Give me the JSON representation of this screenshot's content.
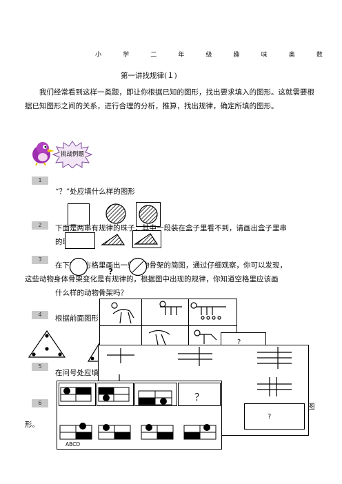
{
  "header": {
    "chars": [
      "小",
      "学",
      "二",
      "年",
      "级",
      "趣",
      "味",
      "奥",
      "数"
    ]
  },
  "title": "第一讲找规律(１)",
  "intro": "我们经常看到这样一类题，即让你根据已知的图形，找出要求填入的图形。这就需要根据已知图形之间的关系，进行合理的分析，推算，找出规律，确定所填的图形。",
  "challenge_label": "挑战例题",
  "problems": [
    {
      "num": "1",
      "text": "“？”处应填什么样的图形"
    },
    {
      "num": "2",
      "text_a": "下面是两串有规律的珠子，其中一段装在盒子里看不到，请画出盒子里串",
      "text_b": "的珠子。"
    },
    {
      "num": "3",
      "text_a": "在下面小方格里画出一些动物骨架的简图，通过仔细观察，你可以发现，",
      "text_b": "这些动物身体骨架变化是有规律的，根据图中出现的规律，你知道空格里应该画",
      "text_c": "什么样的动物骨架吗？"
    },
    {
      "num": "4",
      "text": "根据前面图形"
    },
    {
      "num": "5",
      "text": "在问号处应填"
    },
    {
      "num": "6",
      "text_end": "图",
      "text_b": "形。"
    }
  ],
  "question_mark": "?",
  "question_mark_big": "？",
  "option_label": "ABCD"
}
